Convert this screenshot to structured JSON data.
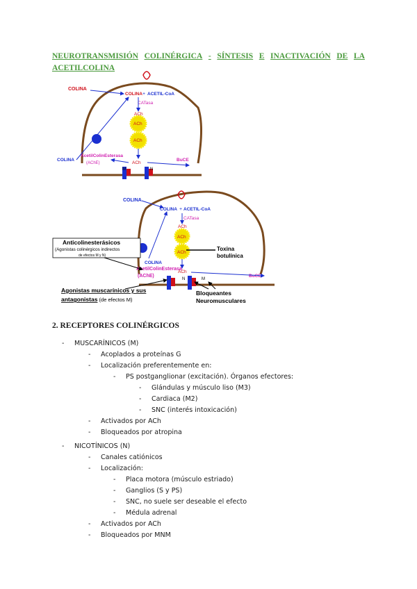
{
  "title": {
    "line1_words": [
      "NEUROTRANSMISIÓN",
      "COLINÉRGICA",
      "-",
      "SÍNTESIS",
      "E",
      "INACTIVACIÓN",
      "DE",
      "LA"
    ],
    "line2": "ACETILCOLINA"
  },
  "diagram1": {
    "colina_out": "COLINA",
    "colina_in": "COLINA",
    "plus": "+",
    "acetil_coa": "ACETIL-CoA",
    "catasa": "CATasa",
    "ach_top": "ACh",
    "ach_vesicle1": "ACh",
    "ach_vesicle2": "ACh",
    "ach_cleft": "ACh",
    "colina_bottom": "COLINA",
    "ache_name": "AcetilColinEsterasa",
    "ache_abbr": "(AChE)",
    "buce": "BuCE",
    "m_label": "M",
    "n_label": "N"
  },
  "diagram2": {
    "colina_out": "COLINA",
    "colina_in": "COLINA",
    "plus": "+",
    "acetil_coa": "ACETIL-CoA",
    "catasa": "CATasa",
    "ach_top": "ACh",
    "ach_vesicle1": "ACh",
    "ach_vesicle2": "ACh",
    "ach_cleft": "ACh",
    "colina_bottom": "COLINA",
    "ache_name": "AcetilColinEsterasa",
    "ache_abbr": "(AChE)",
    "buce": "BuCE",
    "toxina1": "Toxina",
    "toxina2": "botulínica",
    "anticol_title": "Anticolinesterásicos",
    "anticol_sub1": "(Agonistas colinérgicos indirectos",
    "anticol_sub2": "de efectos M y N)",
    "agon1": "Agonistas muscarínicos y sus",
    "agon2_bold": "antagonistas",
    "agon2_rest": " (de efectos M)",
    "bloq1": "Bloqueantes",
    "bloq2": "Neuromusculares",
    "n_label": "N",
    "m_label": "M"
  },
  "section": {
    "title": "2. RECEPTORES COLINÉRGICOS"
  },
  "list": {
    "dash": "-",
    "muscarinicos": "MUSCARÍNICOS (M)",
    "m1": "Acoplados a proteínas G",
    "m2": "Localización preferentemente en:",
    "m2a": "PS postganglionar (excitación). Órganos efectores:",
    "m2a1": "Glándulas y músculo liso (M3)",
    "m2a2": "Cardiaca (M2)",
    "m2a3": "SNC (interés intoxicación)",
    "m3": "Activados por ACh",
    "m4": "Bloqueados por atropina",
    "nicotinicos": "NICOTÍNICOS (N)",
    "n1": "Canales catiónicos",
    "n2": "Localización:",
    "n2a": "Placa motora (músculo estriado)",
    "n2b": "Ganglios (S y PS)",
    "n2c": "SNC, no suele ser deseable el efecto",
    "n2d": "Médula adrenal",
    "n3": "Activados por ACh",
    "n4": "Bloqueados por MNM"
  },
  "colors": {
    "title_green": "#4a9a3c",
    "membrane_brown": "#7a4a1e",
    "arrow_blue": "#1a2fd0",
    "label_red": "#d0101a",
    "enzyme_magenta": "#d020b0",
    "vesicle_yellow": "#f2e000"
  }
}
